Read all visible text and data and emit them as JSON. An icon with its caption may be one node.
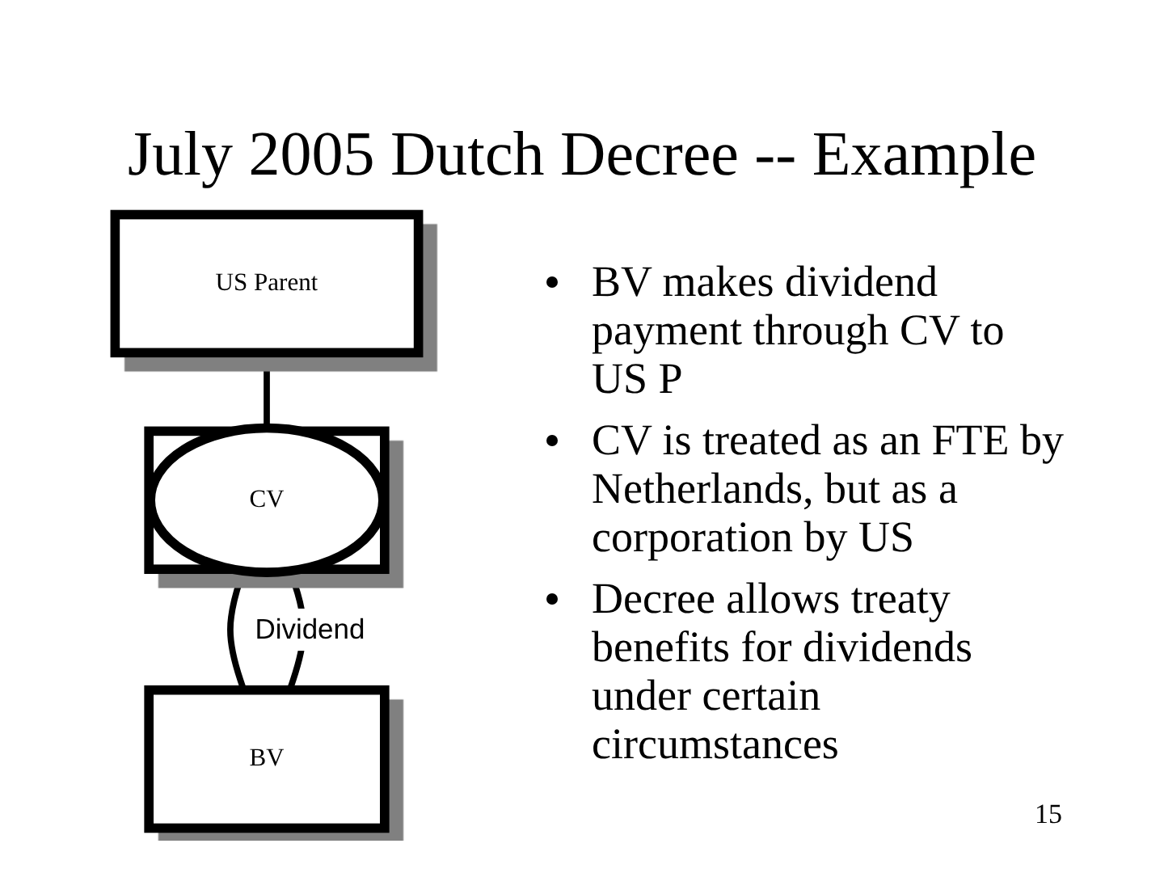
{
  "diagram": {
    "title": "July 2005 Dutch Decree -- Example",
    "nodes": [
      {
        "text": [
          "US Parent"
        ]
      },
      {
        "text": [
          "CV"
        ]
      },
      {
        "text": [
          "BV"
        ]
      }
    ],
    "edges": [
      {
        "from": 0,
        "to": 1,
        "arrow": "none"
      },
      {
        "from": 1,
        "to": 2,
        "arrow": "none"
      },
      {
        "from": 2,
        "to": 1,
        "arrow": "to",
        "label": "Dividend"
      }
    ],
    "labels": [
      "BV makes dividend payment through CV to US P",
      "CV is treated as an FTE by Netherlands, but as a corporation by US",
      "Decree allows treaty benefits for dividends under certain circumstances",
      "15"
    ]
  }
}
